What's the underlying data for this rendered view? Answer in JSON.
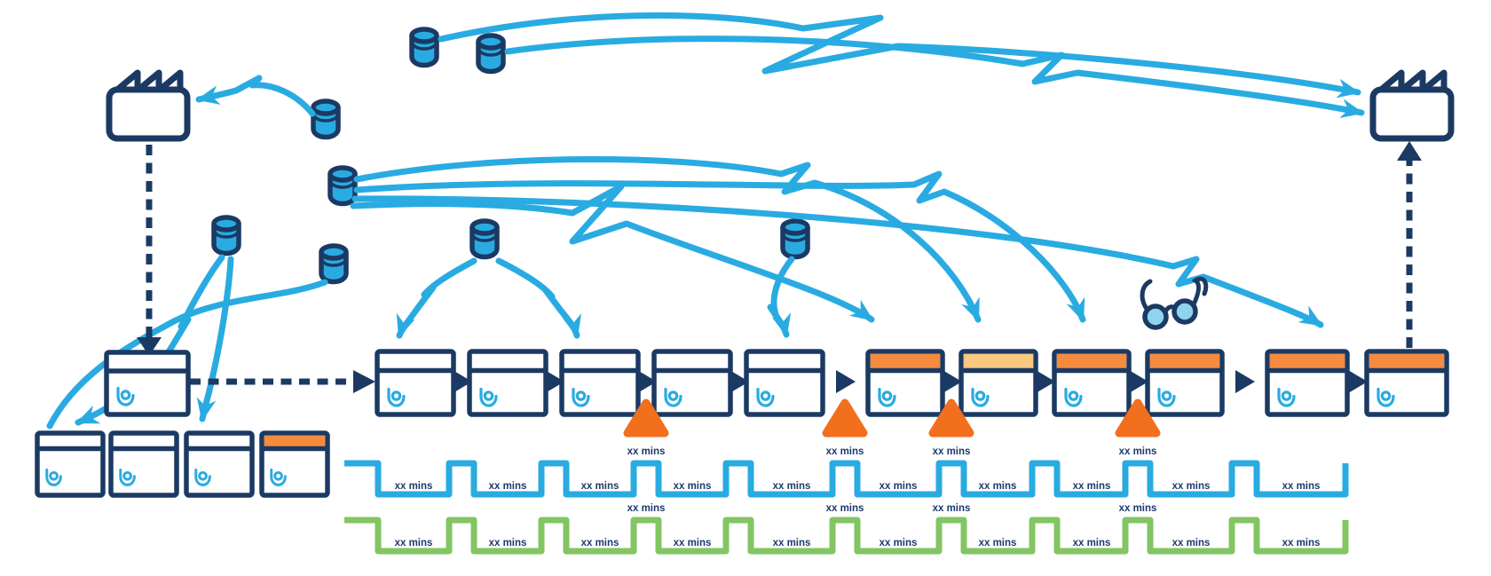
{
  "diagram": {
    "kind_label": "value-stream-map",
    "time_unit_label": "xx mins"
  },
  "colors": {
    "navy": "#1b3a63",
    "info_arrow_blue": "#29abe2",
    "timeline_green": "#82c563",
    "header_orange": "#f68b3e",
    "header_light_orange": "#fbc880",
    "inventory_triangle_orange": "#f26f1d",
    "glasses_lens_blue": "#8ed4ee",
    "label_navy": "#1e3a6e"
  },
  "factories": {
    "count": 2
  },
  "cylinders": {
    "count": 8
  },
  "glasses": {
    "present": true
  },
  "control_box": {
    "header": "plain"
  },
  "process_row": {
    "box_count": 11,
    "boxes": [
      {
        "header": "plain"
      },
      {
        "header": "plain"
      },
      {
        "header": "plain"
      },
      {
        "header": "plain"
      },
      {
        "header": "plain"
      },
      {
        "header": "orange"
      },
      {
        "header": "light"
      },
      {
        "header": "orange"
      },
      {
        "header": "orange"
      },
      {
        "header": "orange"
      },
      {
        "header": "orange"
      }
    ]
  },
  "side_row": {
    "box_count": 4,
    "boxes": [
      {
        "header": "plain"
      },
      {
        "header": "plain"
      },
      {
        "header": "plain"
      },
      {
        "header": "orange"
      }
    ]
  },
  "inventory_triangles": {
    "count": 4
  },
  "timelines": {
    "blue": {
      "color": "#29abe2",
      "segment_labels": [
        "xx mins",
        "xx mins",
        "xx mins",
        "xx mins",
        "xx mins",
        "xx mins",
        "xx mins",
        "xx mins",
        "xx mins",
        "xx mins"
      ],
      "wait_labels": [
        "xx mins",
        "xx mins",
        "xx mins",
        "xx mins"
      ]
    },
    "green": {
      "color": "#82c563",
      "segment_labels": [
        "xx mins",
        "xx mins",
        "xx mins",
        "xx mins",
        "xx mins",
        "xx mins",
        "xx mins",
        "xx mins",
        "xx mins",
        "xx mins"
      ],
      "wait_labels": [
        "xx mins",
        "xx mins",
        "xx mins",
        "xx mins"
      ]
    }
  }
}
